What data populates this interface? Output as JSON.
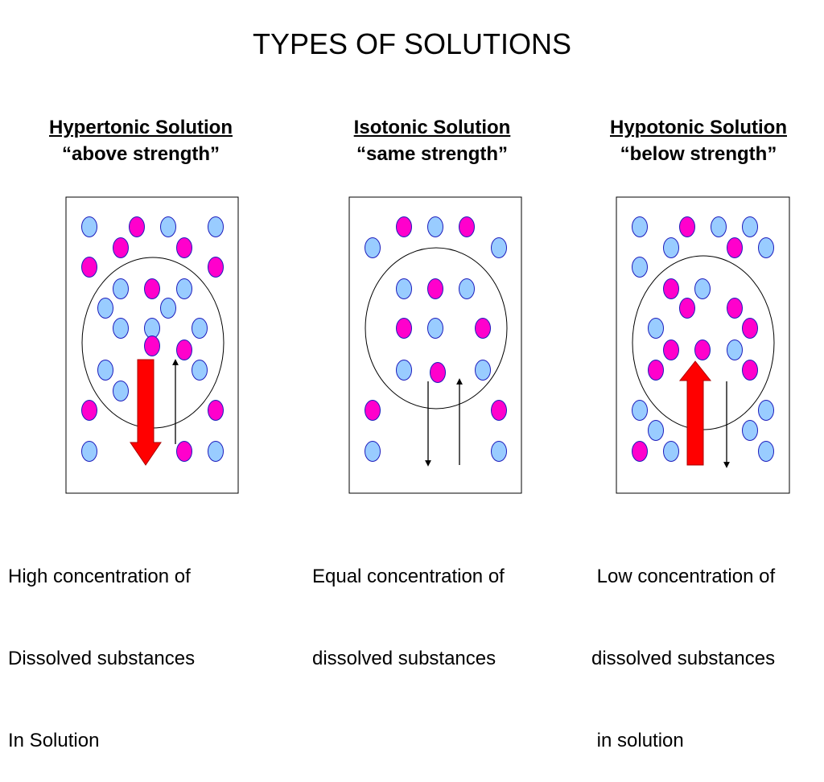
{
  "title": "TYPES OF SOLUTIONS",
  "colors": {
    "solvent_particle": "#99ccff",
    "solute_particle": "#ff00cc",
    "particle_stroke": "#1c1cbc",
    "big_arrow": "#ff0000"
  },
  "panels": [
    {
      "id": "hypertonic",
      "name": "Hypertonic Solution",
      "subtitle": "“above strength”",
      "caption_lines": [
        "High concentration of",
        "Dissolved substances",
        "In Solution"
      ],
      "net_flow": "out of cell"
    },
    {
      "id": "isotonic",
      "name": "Isotonic Solution",
      "subtitle": "“same strength”",
      "caption_lines": [
        "Equal concentration of",
        "dissolved substances"
      ],
      "net_flow": "balanced"
    },
    {
      "id": "hypotonic",
      "name": "Hypotonic Solution",
      "subtitle": "“below strength”",
      "caption_lines": [
        " Low concentration of",
        "dissolved substances",
        " in solution"
      ],
      "net_flow": "into cell"
    }
  ]
}
